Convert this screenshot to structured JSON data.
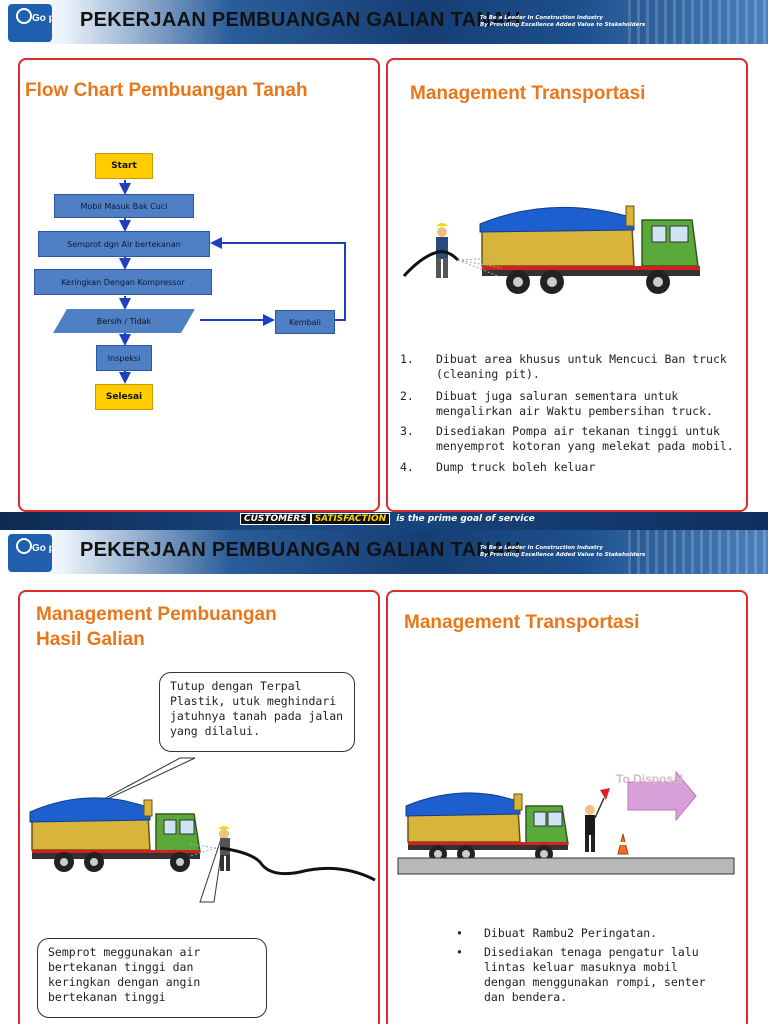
{
  "slides": [
    {
      "header": {
        "title": "PEKERJAAN PEMBUANGAN GALIAN TANAH",
        "logo_text": "Go public",
        "tagline": [
          "To Be a Leader In Construction Industry",
          "By Providing Excellence Added Value to Stakeholders"
        ]
      },
      "left_panel": {
        "title": "Flow Chart Pembuangan Tanah",
        "flowchart": {
          "start": "Start",
          "step1": "Mobil Masuk Bak Cuci",
          "step2": "Semprot dgn Air bertekanan",
          "step3": "Keringkan Dengan Kompressor",
          "decision": "Bersih / Tidak",
          "loop": "Kembali",
          "step4": "Inspeksi",
          "end": "Selesai"
        }
      },
      "right_panel": {
        "title": "Management Transportasi",
        "list": [
          {
            "num": "1.",
            "text": "Dibuat area khusus untuk Mencuci Ban truck (cleaning pit)."
          },
          {
            "num": "2.",
            "text": "Dibuat juga saluran sementara untuk mengalirkan air Waktu pembersihan truck."
          },
          {
            "num": "3.",
            "text": "Disediakan Pompa air tekanan tinggi untuk menyemprot kotoran yang melekat pada mobil."
          },
          {
            "num": "4.",
            "text": "Dump truck boleh keluar"
          }
        ]
      },
      "footer": {
        "word1": "CUSTOMERS",
        "word2": "SATISFACTION",
        "rest": "is the prime goal of service"
      }
    },
    {
      "header": {
        "title": "PEKERJAAN PEMBUANGAN GALIAN TANAH",
        "logo_text": "Go public",
        "tagline": [
          "To Be a Leader In Construction Industry",
          "By Providing Excellence Added Value to Stakeholders"
        ]
      },
      "left_panel": {
        "title_line1": "Management Pembuangan",
        "title_line2": "Hasil Galian",
        "callout_top": "Tutup dengan Terpal Plastik, utuk meghindari jatuhnya tanah pada jalan yang dilalui.",
        "callout_bottom": "Semprot meggunakan air bertekanan tinggi dan keringkan dengan angin bertekanan tinggi"
      },
      "right_panel": {
        "title": "Management Transportasi",
        "sign_text": "To Disposal",
        "bullets": [
          {
            "dot": "•",
            "text": "Dibuat Rambu2 Peringatan."
          },
          {
            "dot": "•",
            "text": "Disediakan tenaga pengatur lalu lintas keluar masuknya mobil dengan menggunakan rompi, senter dan bendera."
          }
        ]
      }
    }
  ],
  "colors": {
    "accent_title": "#e8771b",
    "panel_border": "#dd2a2a",
    "flow_blue": "#4f7fc4",
    "flow_yellow": "#ffcc00"
  }
}
